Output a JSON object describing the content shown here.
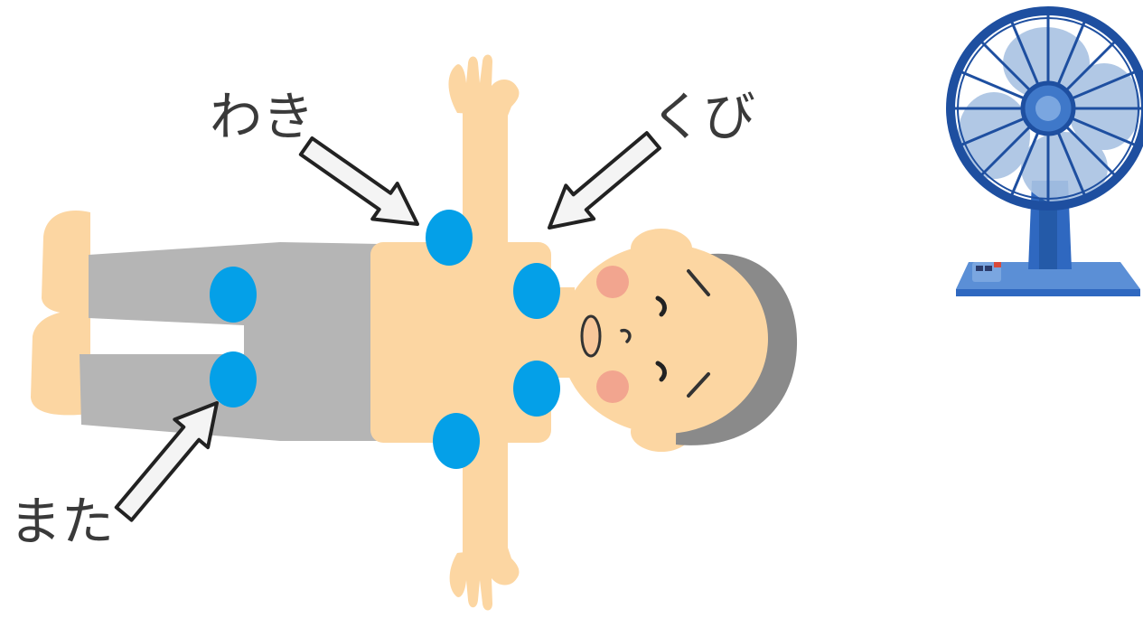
{
  "labels": {
    "armpit": "わき",
    "neck": "くび",
    "groin": "また"
  },
  "colors": {
    "skin": "#fcd6a2",
    "pants": "#b5b5b5",
    "hair": "#8a8a8a",
    "cheek": "#f2a58f",
    "cooling_spot": "#04a0e8",
    "arrow_fill": "#f4f4f4",
    "arrow_stroke": "#222222",
    "fan_blue": "#1e4fa0",
    "fan_blade": "#a9c3e3"
  },
  "icons": {
    "fan": "electric-fan-icon",
    "person": "lying-person-illustration"
  }
}
